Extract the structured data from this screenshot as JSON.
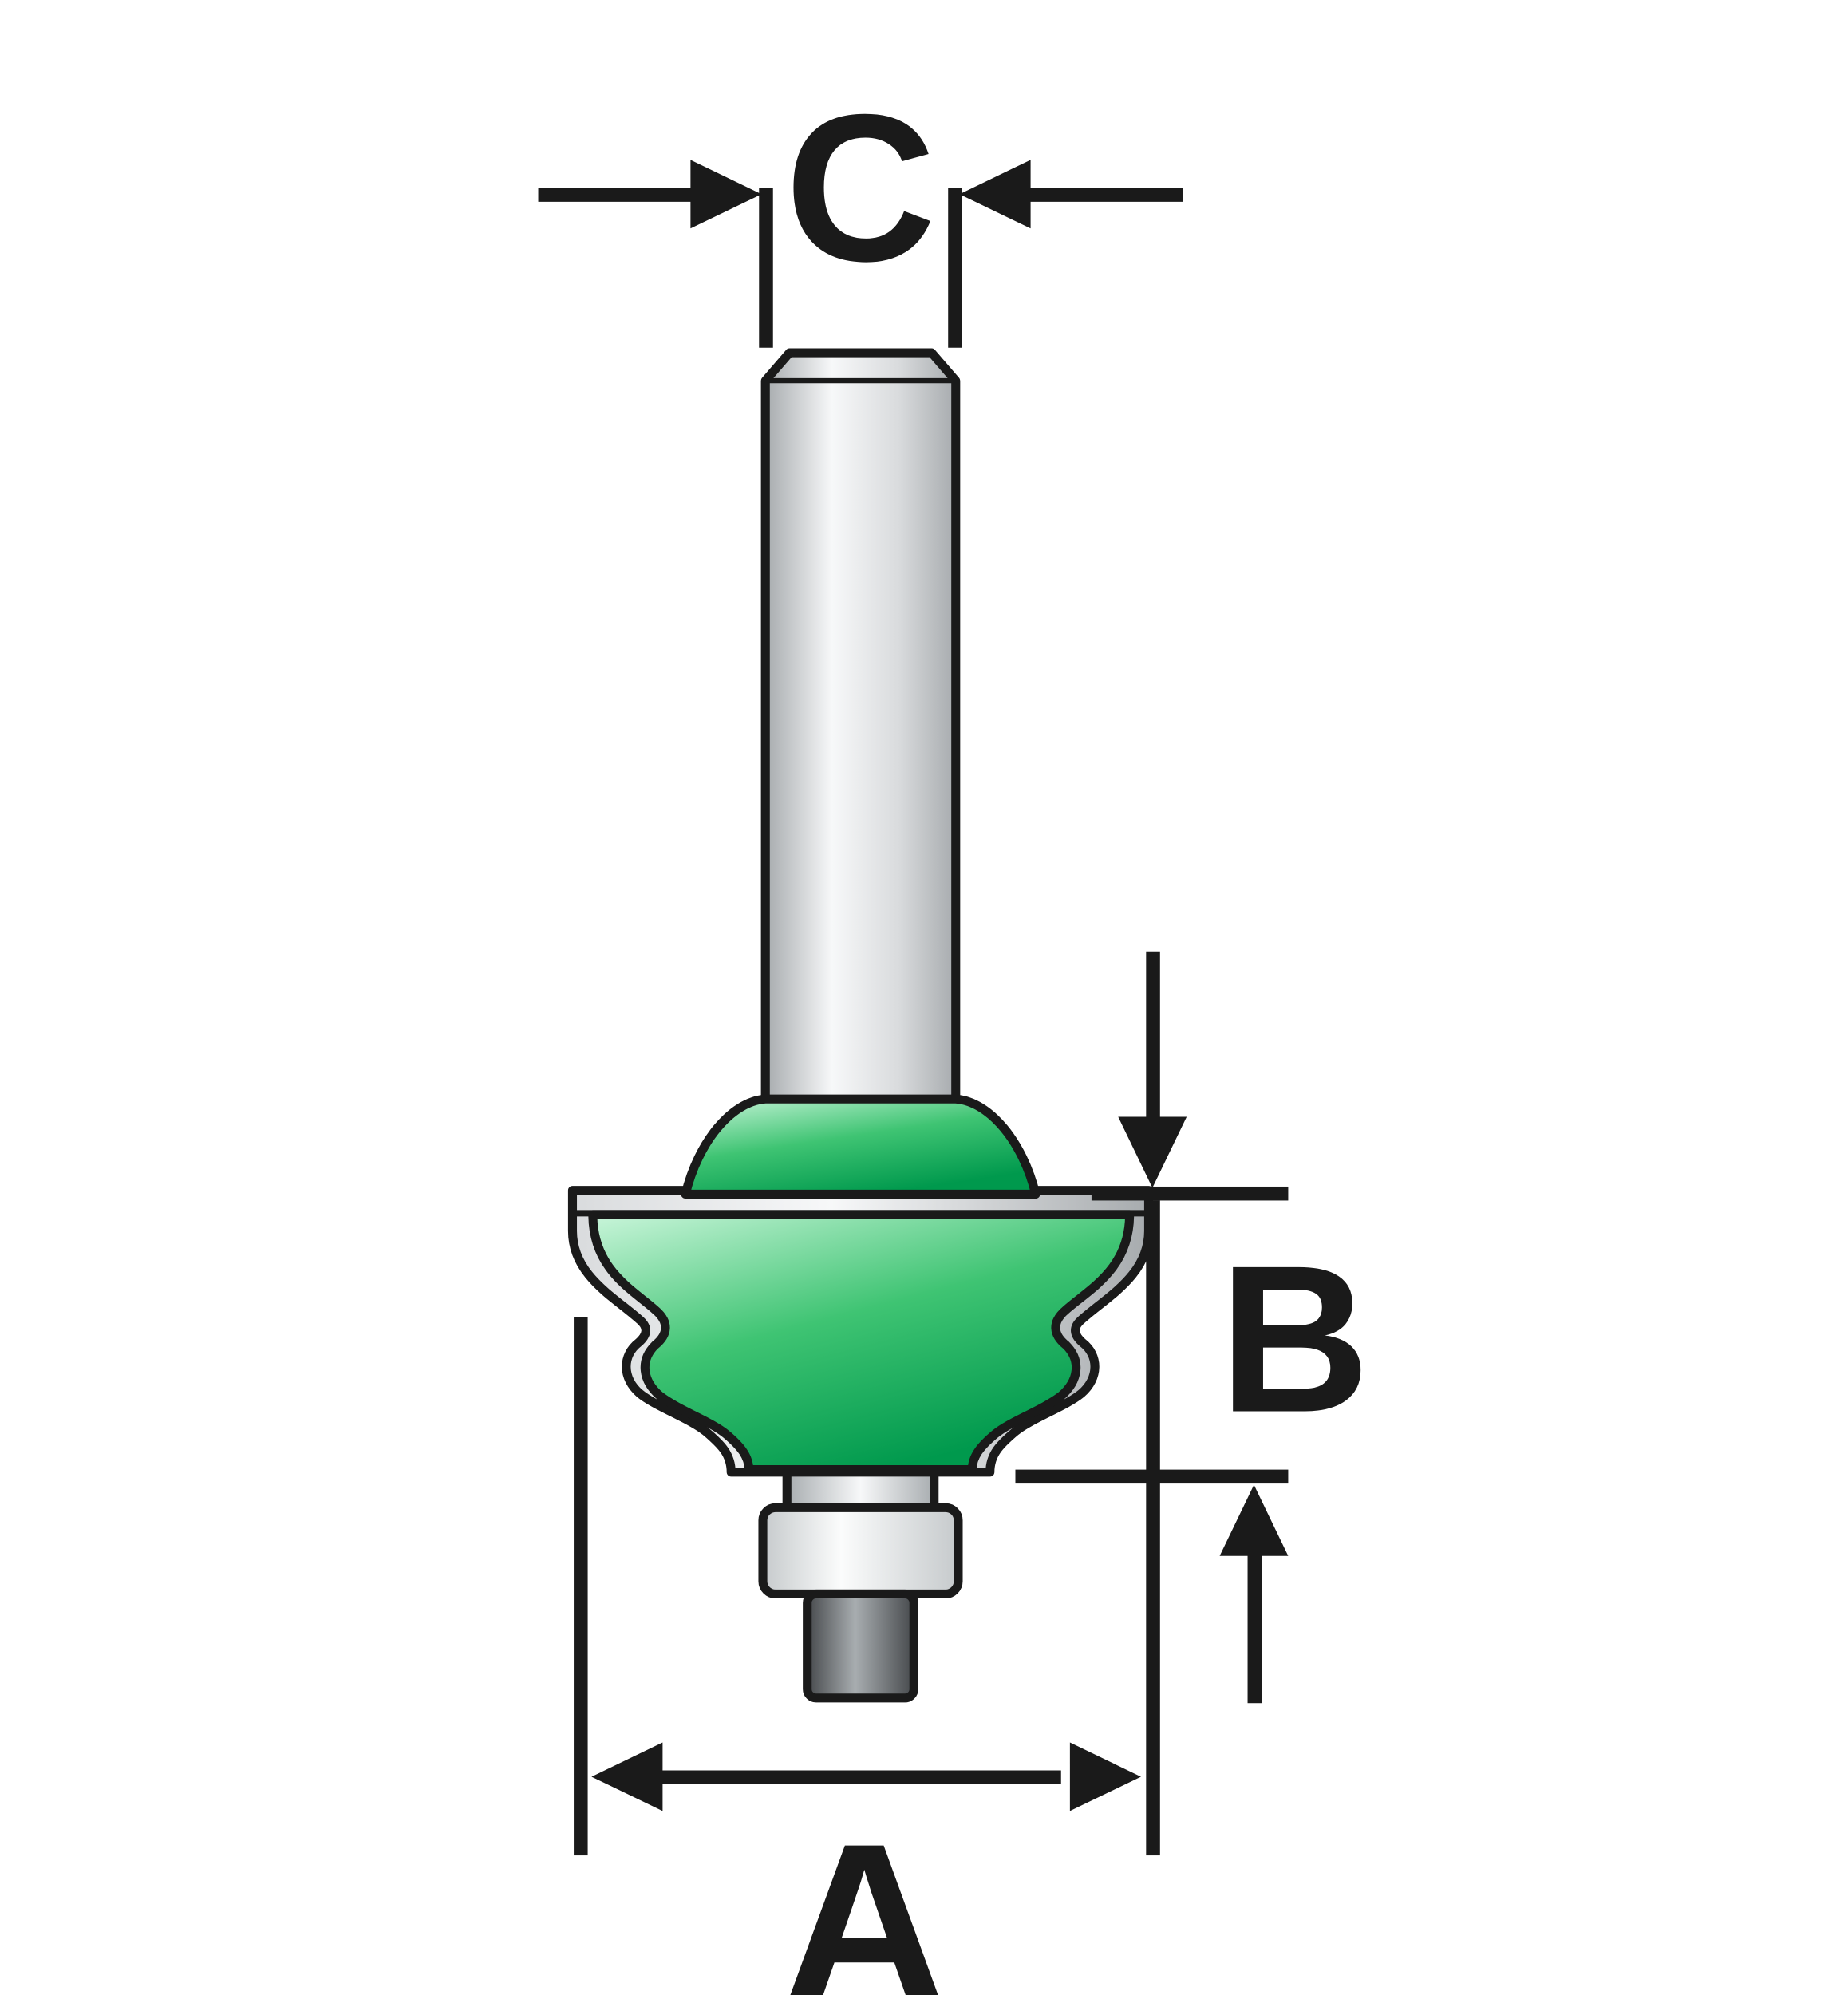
{
  "diagram": {
    "name": "router-bit-dimension-diagram",
    "labels": {
      "shank_diameter": "C",
      "cutting_length": "B",
      "cutter_diameter": "A"
    },
    "colors": {
      "ink": "#1a1a1a",
      "background": "#ffffff",
      "green_highlight": "#c9f5da",
      "green_mid": "#3fc473",
      "green_deep": "#00994d",
      "steel_highlight": "#f7f8f9",
      "steel_mid": "#d9dbdd",
      "steel_shadow": "#a7abae",
      "bearing_highlight": "#fbfcfc",
      "bearing_shadow": "#c6cacc",
      "stud_highlight": "#a8adb0",
      "stud_shadow": "#46494c"
    }
  }
}
